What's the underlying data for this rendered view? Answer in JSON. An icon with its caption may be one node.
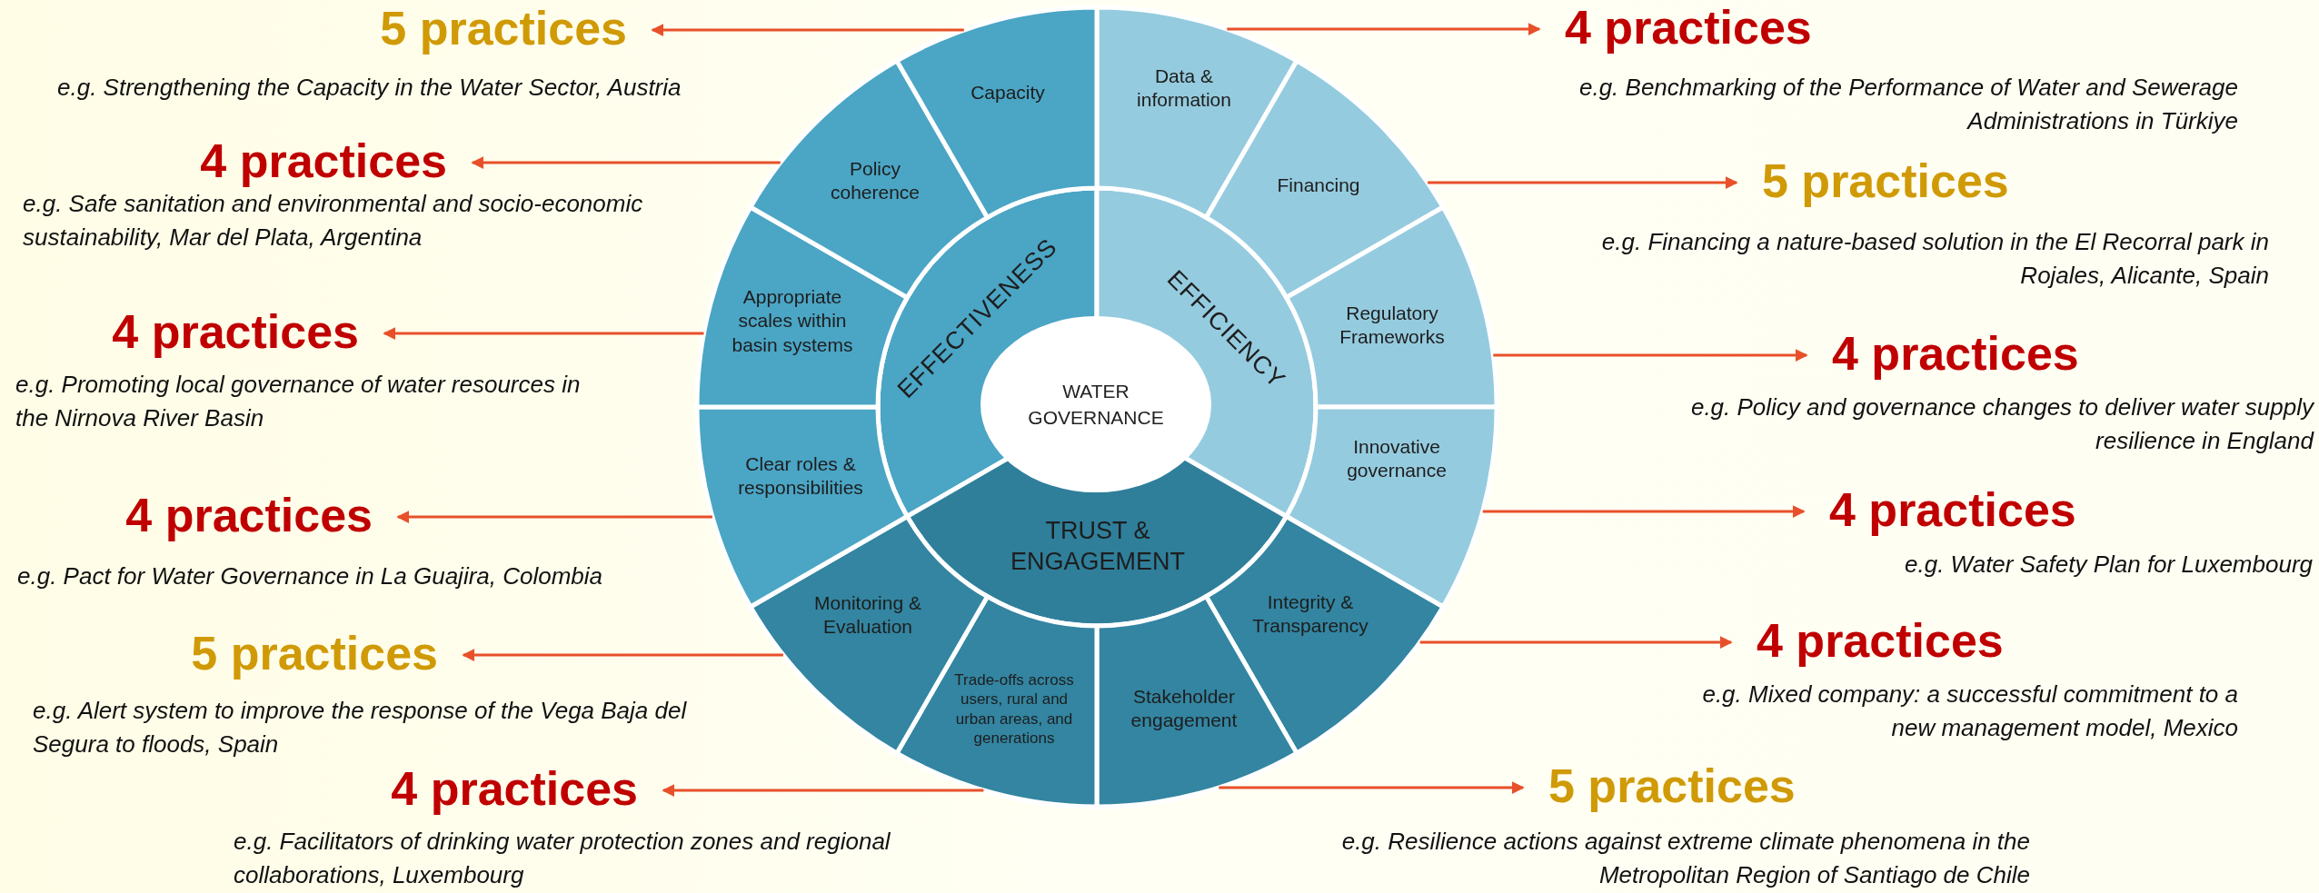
{
  "diagram": {
    "nodes": [
      {
        "text": [
          "WATER GOVERNANCE"
        ]
      },
      {
        "text": [
          "EFFECTIVENESS"
        ]
      },
      {
        "text": [
          "EFFICIENCY"
        ]
      },
      {
        "text": [
          "TRUST & ENGAGEMENT"
        ]
      },
      {
        "text": [
          "Data & information"
        ]
      },
      {
        "text": [
          "Financing"
        ]
      },
      {
        "text": [
          "Regulatory Frameworks"
        ]
      },
      {
        "text": [
          "Innovative governance"
        ]
      },
      {
        "text": [
          "Integrity & Transparency"
        ]
      },
      {
        "text": [
          "Stakeholder engagement"
        ]
      },
      {
        "text": [
          "Trade-offs across users, rural and urban areas, and generations"
        ]
      },
      {
        "text": [
          "Monitoring & Evaluation"
        ]
      },
      {
        "text": [
          "Clear roles & responsibilities"
        ]
      },
      {
        "text": [
          "Appropriate scales within basin systems"
        ]
      },
      {
        "text": [
          "Policy coherence"
        ]
      },
      {
        "text": [
          "Capacity"
        ]
      },
      {
        "text": [
          "4 practices"
        ],
        "beside": [
          "e.g. Benchmarking of the Performance of Water and Sewerage Administrations in Türkiye"
        ]
      },
      {
        "text": [
          "5 practices"
        ],
        "beside": [
          "e.g. Financing a nature-based solution in the El Recorral park in Rojales, Alicante, Spain"
        ]
      },
      {
        "text": [
          "4 practices"
        ],
        "beside": [
          "e.g. Policy and governance changes to deliver water supply resilience in England"
        ]
      },
      {
        "text": [
          "4 practices"
        ],
        "beside": [
          "e.g. Water Safety Plan for Luxembourg"
        ]
      },
      {
        "text": [
          "4 practices"
        ],
        "beside": [
          "e.g. Mixed company: a successful commitment to a new management model, Mexico"
        ]
      },
      {
        "text": [
          "5 practices"
        ],
        "beside": [
          "e.g. Resilience actions against extreme climate phenomena in the Metropolitan Region of Santiago de Chile"
        ]
      },
      {
        "text": [
          "4 practices"
        ],
        "beside": [
          "e.g. Facilitators of drinking water protection zones and regional collaborations, Luxembourg"
        ]
      },
      {
        "text": [
          "5 practices"
        ],
        "beside": [
          "e.g. Alert system to improve the response of the Vega Baja del Segura to floods, Spain"
        ]
      },
      {
        "text": [
          "4 practices"
        ],
        "beside": [
          "e.g. Pact for Water Governance in La Guajira, Colombia"
        ]
      },
      {
        "text": [
          "4 practices"
        ],
        "beside": [
          "e.g. Promoting local governance of water resources in the Nirnova River Basin"
        ]
      },
      {
        "text": [
          "4 practices"
        ],
        "beside": [
          "e.g. Safe sanitation and environmental and socio-economic sustainability, Mar del Plata, Argentina"
        ]
      },
      {
        "text": [
          "5 practices"
        ],
        "beside": [
          "e.g. Strengthening the Capacity in the Water Sector, Austria"
        ]
      }
    ],
    "edges": [
      {
        "from": 4,
        "to": 16,
        "arrow": "to"
      },
      {
        "from": 5,
        "to": 17,
        "arrow": "to"
      },
      {
        "from": 6,
        "to": 18,
        "arrow": "to"
      },
      {
        "from": 7,
        "to": 19,
        "arrow": "to"
      },
      {
        "from": 8,
        "to": 20,
        "arrow": "to"
      },
      {
        "from": 9,
        "to": 21,
        "arrow": "to"
      },
      {
        "from": 10,
        "to": 22,
        "arrow": "to"
      },
      {
        "from": 11,
        "to": 23,
        "arrow": "to"
      },
      {
        "from": 12,
        "to": 24,
        "arrow": "to"
      },
      {
        "from": 13,
        "to": 25,
        "arrow": "to"
      },
      {
        "from": 14,
        "to": 26,
        "arrow": "to"
      },
      {
        "from": 15,
        "to": 27,
        "arrow": "to"
      }
    ]
  }
}
